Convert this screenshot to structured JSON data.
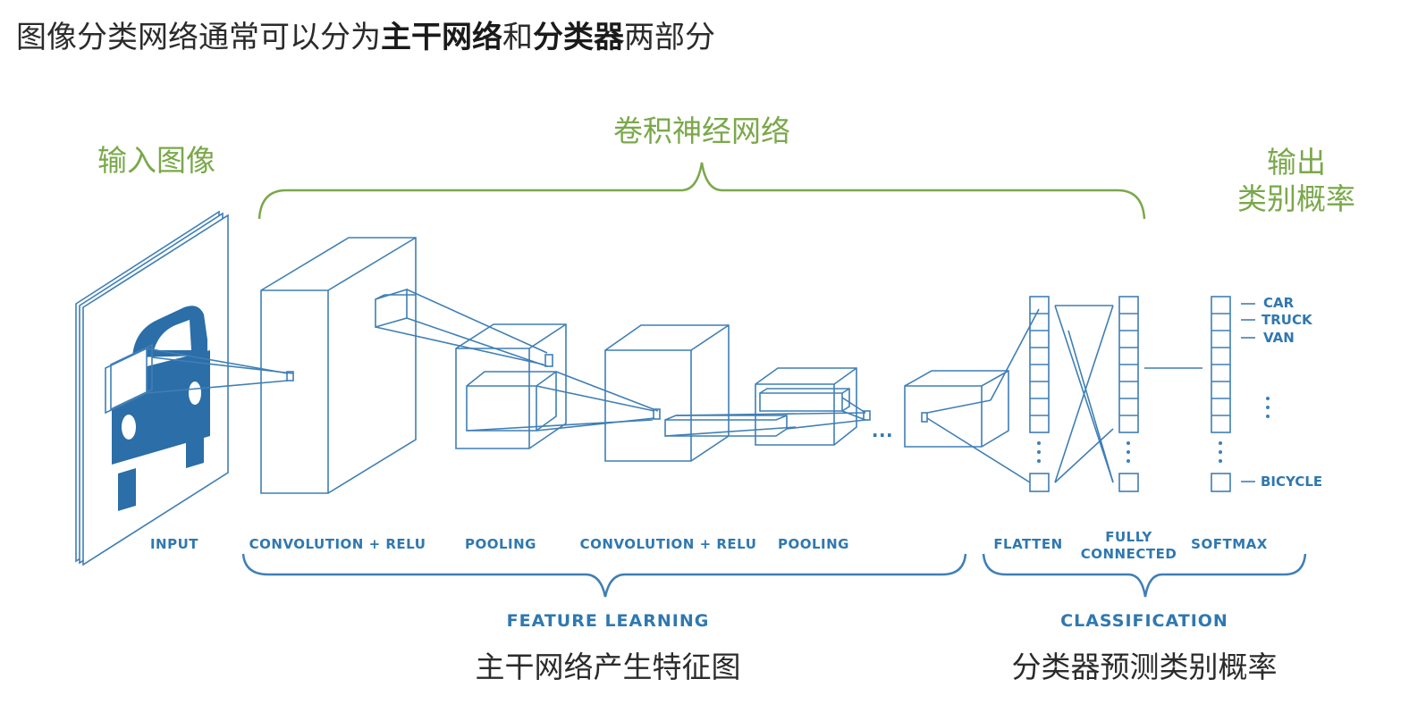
{
  "title": {
    "part1": "图像分类网络通常可以分为",
    "bold1": "主干网络",
    "part2": "和",
    "bold2": "分类器",
    "part3": "两部分"
  },
  "annotations": {
    "input_image": "输入图像",
    "cnn": "卷积神经网络",
    "output_line1": "输出",
    "output_line2": "类别概率"
  },
  "layers": [
    "INPUT",
    "CONVOLUTION + RELU",
    "POOLING",
    "CONVOLUTION + RELU",
    "POOLING",
    "FLATTEN",
    "FULLY",
    "CONNECTED",
    "SOFTMAX"
  ],
  "classes": [
    "CAR",
    "TRUCK",
    "VAN",
    "BICYCLE"
  ],
  "ellipsis": "...",
  "sections": {
    "feature_learning": "FEATURE LEARNING",
    "feature_learning_cn": "主干网络产生特征图",
    "classification": "CLASSIFICATION",
    "classification_cn": "分类器预测类别概率"
  },
  "colors": {
    "blue": "#2f78b0",
    "line_blue": "#3f7fb5",
    "green": "#7aa84a",
    "text": "#2b2b2b"
  }
}
